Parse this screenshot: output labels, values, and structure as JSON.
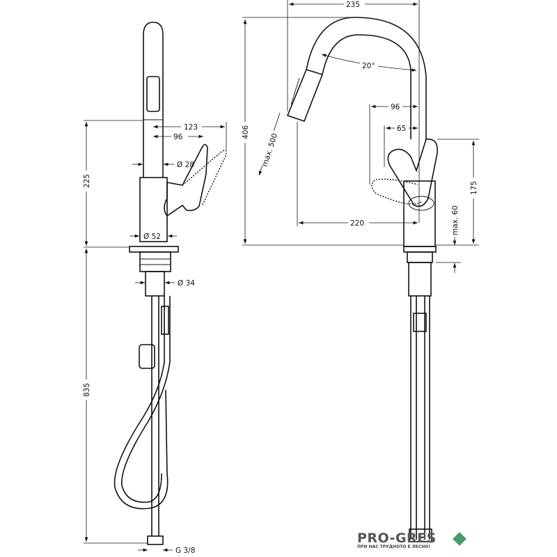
{
  "drawing": {
    "side_view": {
      "dimensions": {
        "height_spout": "225",
        "height_below": "835",
        "reach_total": "123",
        "reach_handle": "96",
        "diameter_spout": "Ø 28",
        "diameter_body": "Ø 52",
        "diameter_shank": "Ø 34",
        "connection": "G 3/8"
      }
    },
    "front_view": {
      "dimensions": {
        "width_total": "235",
        "height_total": "406",
        "spray_angle": "20°",
        "pullout": "max. 500",
        "handle_96": "96",
        "handle_65": "65",
        "reach": "220",
        "handle_height": "175",
        "deck_thickness": "max. 60"
      }
    }
  },
  "logo": {
    "name": "PRO-GRES",
    "tagline": "ПРИ НАС ТРУДНОТО Е ЛЕСНО!",
    "accent": "#4a9a6a"
  }
}
